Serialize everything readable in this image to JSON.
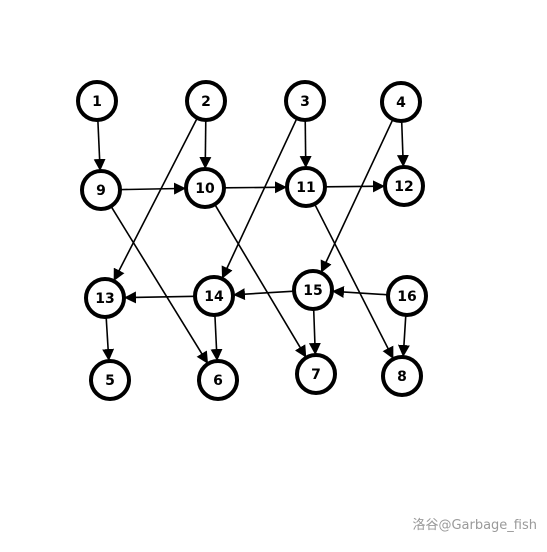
{
  "graph": {
    "nodes": [
      {
        "id": "1",
        "label": "1"
      },
      {
        "id": "2",
        "label": "2"
      },
      {
        "id": "3",
        "label": "3"
      },
      {
        "id": "4",
        "label": "4"
      },
      {
        "id": "9",
        "label": "9"
      },
      {
        "id": "10",
        "label": "10"
      },
      {
        "id": "11",
        "label": "11"
      },
      {
        "id": "12",
        "label": "12"
      },
      {
        "id": "13",
        "label": "13"
      },
      {
        "id": "14",
        "label": "14"
      },
      {
        "id": "15",
        "label": "15"
      },
      {
        "id": "16",
        "label": "16"
      },
      {
        "id": "5",
        "label": "5"
      },
      {
        "id": "6",
        "label": "6"
      },
      {
        "id": "7",
        "label": "7"
      },
      {
        "id": "8",
        "label": "8"
      }
    ],
    "edges": [
      {
        "from": "1",
        "to": "9"
      },
      {
        "from": "2",
        "to": "10"
      },
      {
        "from": "2",
        "to": "13"
      },
      {
        "from": "3",
        "to": "11"
      },
      {
        "from": "3",
        "to": "14"
      },
      {
        "from": "4",
        "to": "12"
      },
      {
        "from": "4",
        "to": "15"
      },
      {
        "from": "9",
        "to": "10"
      },
      {
        "from": "10",
        "to": "11"
      },
      {
        "from": "11",
        "to": "12"
      },
      {
        "from": "9",
        "to": "6"
      },
      {
        "from": "10",
        "to": "7"
      },
      {
        "from": "11",
        "to": "8"
      },
      {
        "from": "16",
        "to": "15"
      },
      {
        "from": "15",
        "to": "14"
      },
      {
        "from": "14",
        "to": "13"
      },
      {
        "from": "13",
        "to": "5"
      },
      {
        "from": "14",
        "to": "6"
      },
      {
        "from": "15",
        "to": "7"
      },
      {
        "from": "16",
        "to": "8"
      }
    ]
  },
  "watermark": "洛谷@Garbage_fish"
}
